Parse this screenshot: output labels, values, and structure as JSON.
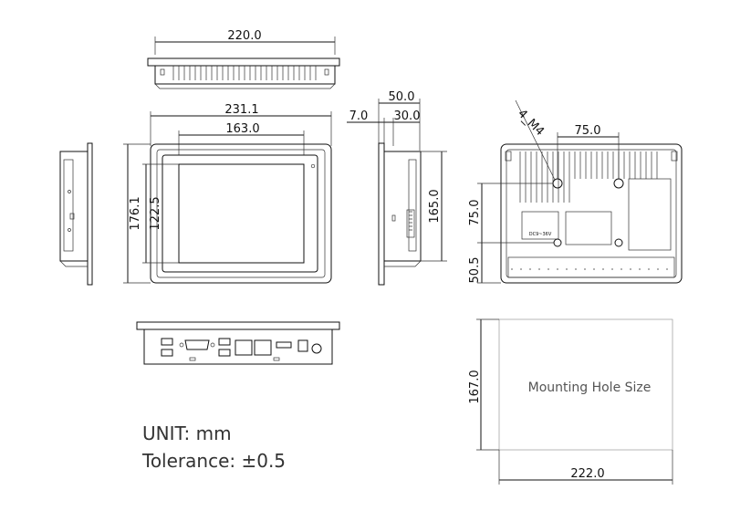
{
  "dims": {
    "top_width": "220.0",
    "front_outer_width": "231.1",
    "front_screen_width": "163.0",
    "front_outer_height": "176.1",
    "front_screen_height": "122.5",
    "side_total_depth": "50.0",
    "side_bezel_depth": "7.0",
    "side_body_depth": "30.0",
    "side_height": "165.0",
    "rear_hole_spacing_h": "75.0",
    "rear_hole_label": "4_M4",
    "rear_hole_spacing_v": "75.0",
    "rear_hole_offset": "50.5",
    "cutout_height": "167.0",
    "cutout_width": "222.0"
  },
  "labels": {
    "cutout_title": "Mounting Hole Size",
    "unit": "UNIT: mm",
    "tolerance": "Tolerance: ±0.5",
    "dc_label": "DC9~36V"
  }
}
